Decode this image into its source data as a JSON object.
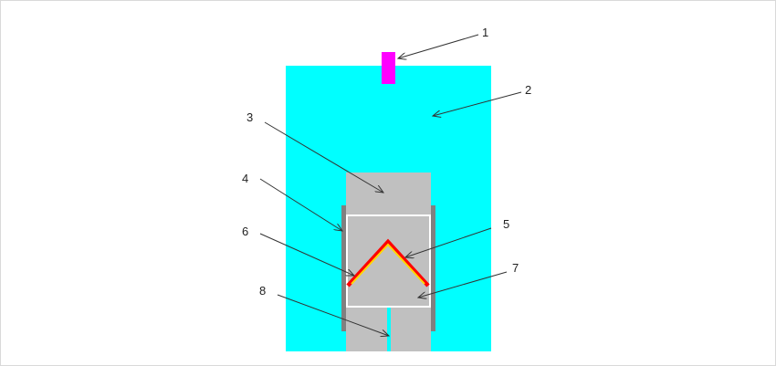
{
  "colors": {
    "outer_body": "#00ffff",
    "top_part": "#ff00ff",
    "inner_block": "#c0c0c0",
    "side_plate": "#808080",
    "chamber_border": "#ffffff",
    "v_outer": "#ff0000",
    "v_inner": "#ffd700",
    "leader_line": "#333333"
  },
  "labels": {
    "l1": "1",
    "l2": "2",
    "l3": "3",
    "l4": "4",
    "l5": "5",
    "l6": "6",
    "l7": "7",
    "l8": "8"
  }
}
